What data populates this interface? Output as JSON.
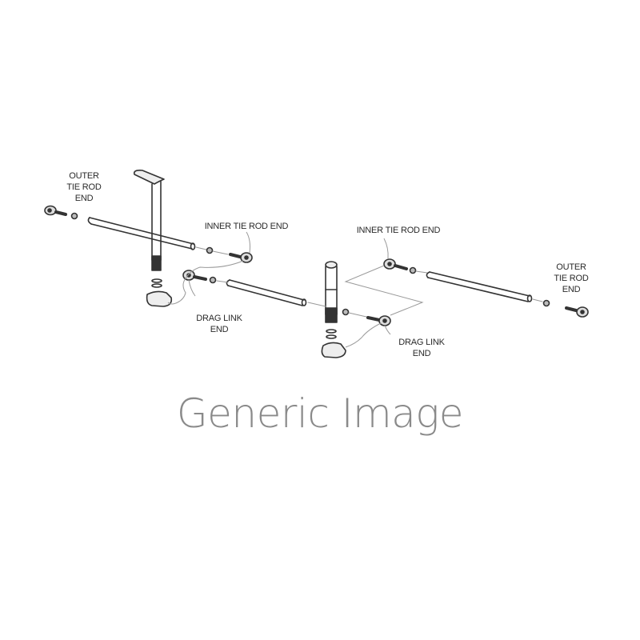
{
  "diagram": {
    "labels": {
      "outer_tie_rod_end_left": "OUTER\nTIE ROD\nEND",
      "inner_tie_rod_end_left": "INNER TIE ROD END",
      "drag_link_end_left": "DRAG LINK\nEND",
      "inner_tie_rod_end_right": "INNER TIE ROD END",
      "drag_link_end_right": "DRAG LINK\nEND",
      "outer_tie_rod_end_right": "OUTER\nTIE ROD\nEND"
    },
    "caption": "Generic Image",
    "colors": {
      "line": "#333333",
      "leader": "#9a9a9a",
      "caption": "#8a8a8a",
      "background": "#ffffff"
    }
  }
}
